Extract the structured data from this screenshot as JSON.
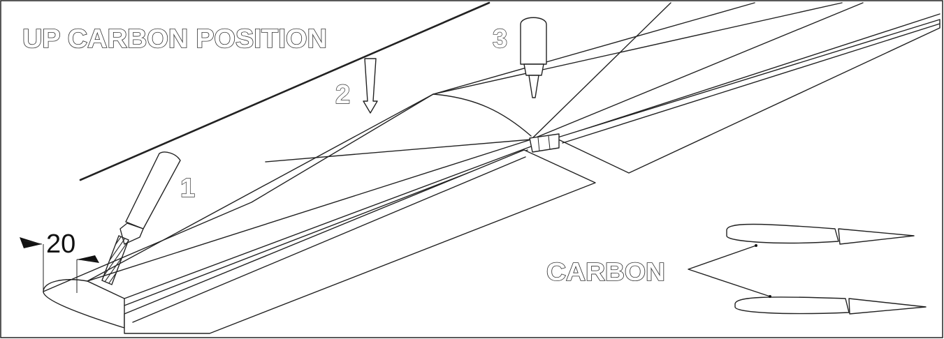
{
  "title": "UP CARBON POSITION",
  "steps": {
    "one": "1",
    "two": "2",
    "three": "3"
  },
  "dimension": "20",
  "carbon_label": "CARBON",
  "colors": {
    "ink": "#222222",
    "paper": "#ffffff"
  }
}
